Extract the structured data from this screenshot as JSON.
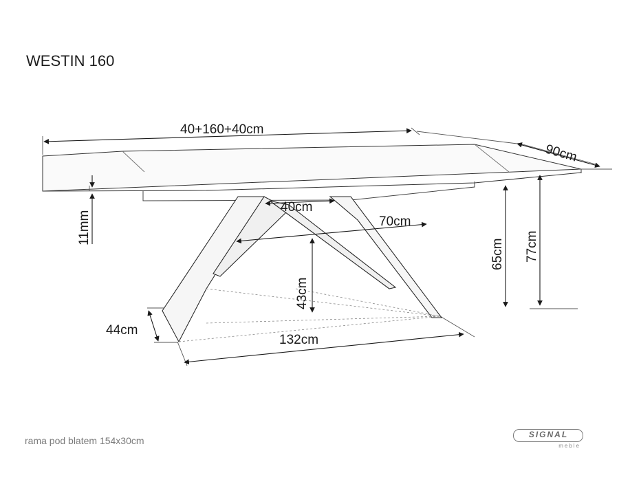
{
  "title": "WESTIN 160",
  "footnote": "rama pod blatem 154x30cm",
  "logo": {
    "brand": "SIGNAL",
    "sub": "meble"
  },
  "dimensions": {
    "total_length": "40+160+40cm",
    "depth": "90cm",
    "top_thickness": "11mm",
    "frame_top_span": "40cm",
    "frame_mid_span": "70cm",
    "under_frame_height": "65cm",
    "total_height": "77cm",
    "cross_height": "43cm",
    "leg_depth": "44cm",
    "base_length": "132cm"
  }
}
